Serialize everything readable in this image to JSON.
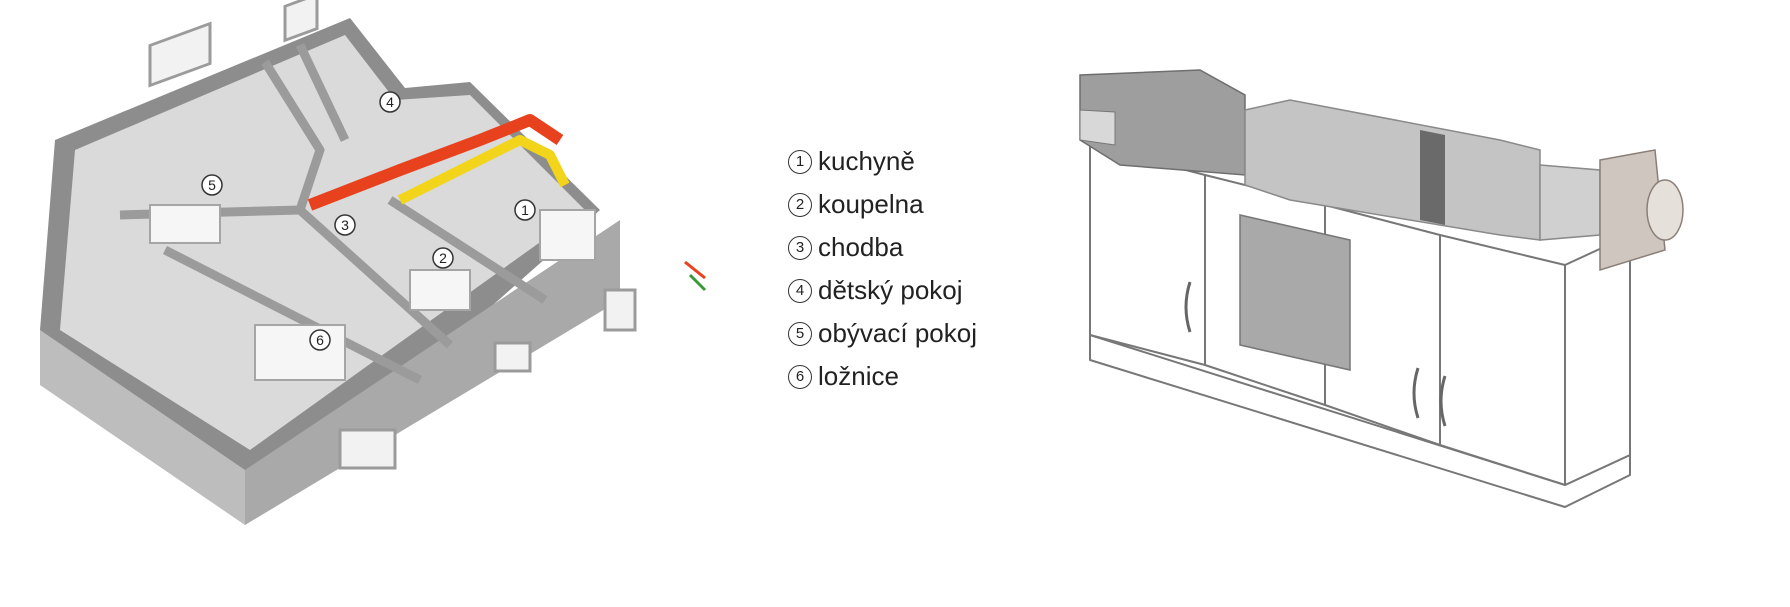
{
  "legend": [
    {
      "number": "1",
      "label": "kuchyně"
    },
    {
      "number": "2",
      "label": "koupelna"
    },
    {
      "number": "3",
      "label": "chodba"
    },
    {
      "number": "4",
      "label": "dětský pokoj"
    },
    {
      "number": "5",
      "label": "obývací pokoj"
    },
    {
      "number": "6",
      "label": "ložnice"
    }
  ],
  "room_markers": [
    "1",
    "2",
    "3",
    "4",
    "5",
    "6"
  ],
  "colors": {
    "wall": "#9a9a9a",
    "floor": "#e2e2e2",
    "exhaust_duct": "#e8411e",
    "supply_duct": "#f2d41b",
    "outdoor_air_arrow": "#3a9a3a"
  }
}
